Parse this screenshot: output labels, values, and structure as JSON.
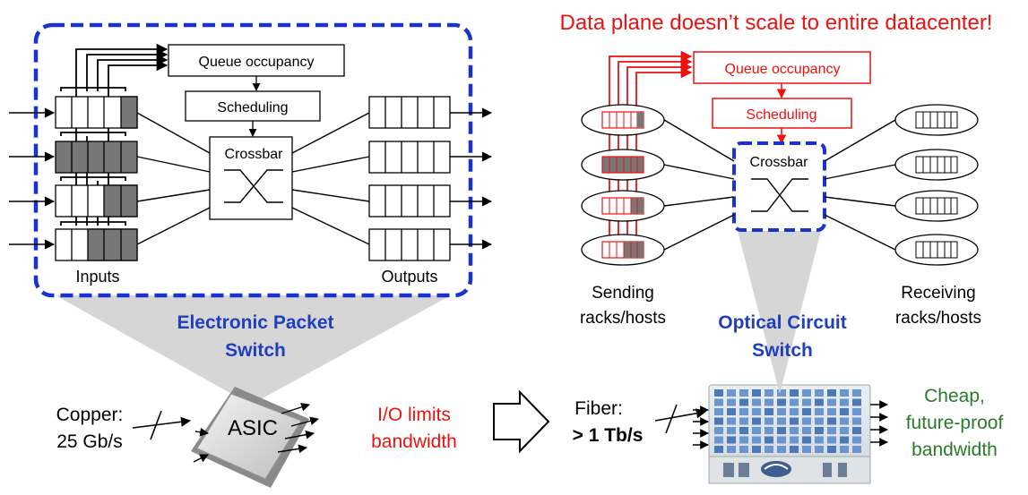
{
  "headline": "Data plane doesn’t scale to entire datacenter!",
  "left_switch": {
    "queue_label": "Queue occupancy",
    "scheduling_label": "Scheduling",
    "crossbar_label": "Crossbar",
    "inputs_label": "Inputs",
    "outputs_label": "Outputs",
    "title_line1": "Electronic Packet",
    "title_line2": "Switch"
  },
  "right_switch": {
    "queue_label": "Queue occupancy",
    "scheduling_label": "Scheduling",
    "crossbar_label": "Crossbar",
    "sending_line1": "Sending",
    "sending_line2": "racks/hosts",
    "receiving_line1": "Receiving",
    "receiving_line2": "racks/hosts",
    "title_line1": "Optical Circuit",
    "title_line2": "Switch"
  },
  "bottom": {
    "copper_line1": "Copper:",
    "copper_line2": "25 Gb/s",
    "asic_label": "ASIC",
    "io_line1": "I/O limits",
    "io_line2": "bandwidth",
    "fiber_line1": "Fiber:",
    "fiber_line2": "> 1 Tb/s",
    "cheap_line1": "Cheap,",
    "cheap_line2": "future-proof",
    "cheap_line3": "bandwidth"
  },
  "colors": {
    "red": "#ee1111",
    "blue": "#1a33cc",
    "title_blue": "#1f3fbf",
    "green": "#2a7a2a",
    "gray_fill": "#777777",
    "cone_fill": "#d6d6d6"
  }
}
